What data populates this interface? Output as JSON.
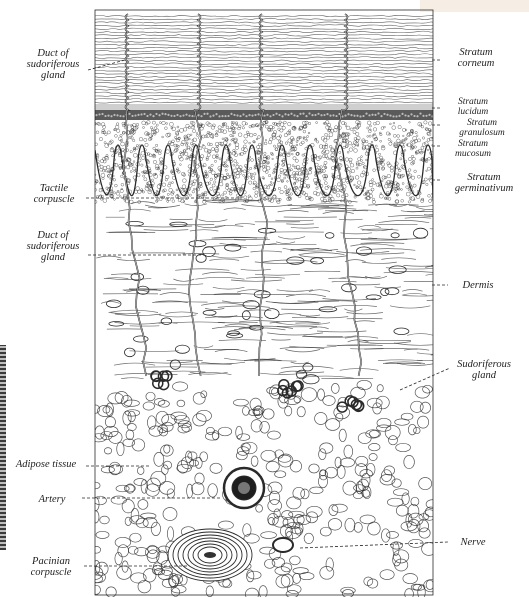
{
  "colors": {
    "ink": "#2a2a2a",
    "paper": "#ffffff",
    "page_tint": "#f6eee4",
    "scan_edge": "#3a3a3a"
  },
  "left_labels": {
    "duct_top": "Duct of\nsudoriferous\ngland",
    "tactile": "Tactile\ncorpuscle",
    "duct_mid": "Duct of\nsudoriferous\ngland",
    "adipose": "Adipose tissue",
    "artery": "Artery",
    "pacinian": "Pacinian\ncorpuscle"
  },
  "right_labels": {
    "corneum": "Stratum\ncorneum",
    "lucidum": "Stratum\nlucidum",
    "granulosum": "Stratum\ngranulosum",
    "mucosum": "Stratum\nmucosum",
    "germinativum": "Stratum\ngerminativum",
    "dermis": "Dermis",
    "sudoriferous_gland": "Sudoriferous\ngland",
    "nerve": "Nerve"
  }
}
